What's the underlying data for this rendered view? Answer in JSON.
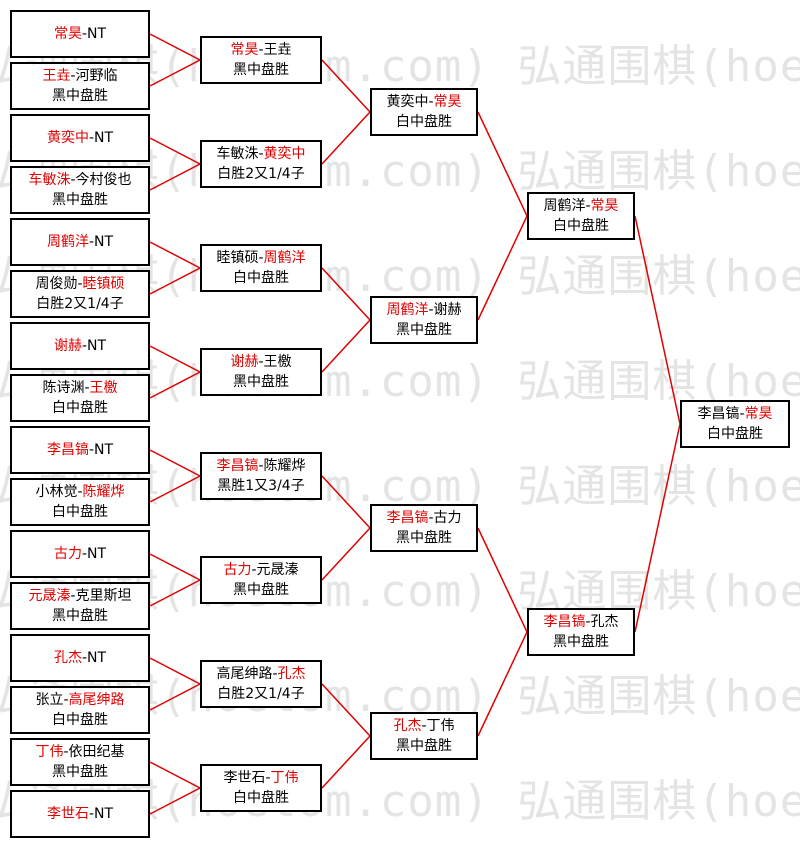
{
  "watermark": {
    "text": "弘通围棋(hoetom.com) 弘通围棋(hoetom.com)"
  },
  "colors": {
    "winner": "#e00000",
    "line": "#e00000",
    "border": "#000000"
  },
  "round1": [
    {
      "p1": "常昊",
      "p2": "NT",
      "winner": 1,
      "result": ""
    },
    {
      "p1": "王垚",
      "p2": "河野临",
      "winner": 1,
      "result": "黑中盘胜"
    },
    {
      "p1": "黄奕中",
      "p2": "NT",
      "winner": 1,
      "result": ""
    },
    {
      "p1": "车敏洙",
      "p2": "今村俊也",
      "winner": 1,
      "result": "黑中盘胜"
    },
    {
      "p1": "周鹤洋",
      "p2": "NT",
      "winner": 1,
      "result": ""
    },
    {
      "p1": "周俊勋",
      "p2": "睦镇硕",
      "winner": 2,
      "result": "白胜2又1/4子"
    },
    {
      "p1": "谢赫",
      "p2": "NT",
      "winner": 1,
      "result": ""
    },
    {
      "p1": "陈诗渊",
      "p2": "王檄",
      "winner": 2,
      "result": "白中盘胜"
    },
    {
      "p1": "李昌镐",
      "p2": "NT",
      "winner": 1,
      "result": ""
    },
    {
      "p1": "小林觉",
      "p2": "陈耀烨",
      "winner": 2,
      "result": "白中盘胜"
    },
    {
      "p1": "古力",
      "p2": "NT",
      "winner": 1,
      "result": ""
    },
    {
      "p1": "元晟溱",
      "p2": "克里斯坦",
      "winner": 1,
      "result": "黑中盘胜"
    },
    {
      "p1": "孔杰",
      "p2": "NT",
      "winner": 1,
      "result": ""
    },
    {
      "p1": "张立",
      "p2": "高尾绅路",
      "winner": 2,
      "result": "白中盘胜"
    },
    {
      "p1": "丁伟",
      "p2": "依田纪基",
      "winner": 1,
      "result": "黑中盘胜"
    },
    {
      "p1": "李世石",
      "p2": "NT",
      "winner": 1,
      "result": ""
    }
  ],
  "round2": [
    {
      "p1": "常昊",
      "p2": "王垚",
      "winner": 1,
      "result": "黑中盘胜"
    },
    {
      "p1": "车敏洙",
      "p2": "黄奕中",
      "winner": 2,
      "result": "白胜2又1/4子"
    },
    {
      "p1": "睦镇硕",
      "p2": "周鹤洋",
      "winner": 2,
      "result": "白中盘胜"
    },
    {
      "p1": "谢赫",
      "p2": "王檄",
      "winner": 1,
      "result": "黑中盘胜"
    },
    {
      "p1": "李昌镐",
      "p2": "陈耀烨",
      "winner": 1,
      "result": "黑胜1又3/4子"
    },
    {
      "p1": "古力",
      "p2": "元晟溱",
      "winner": 1,
      "result": "黑中盘胜"
    },
    {
      "p1": "高尾绅路",
      "p2": "孔杰",
      "winner": 2,
      "result": "白胜2又1/4子"
    },
    {
      "p1": "李世石",
      "p2": "丁伟",
      "winner": 2,
      "result": "白中盘胜"
    }
  ],
  "round3": [
    {
      "p1": "黄奕中",
      "p2": "常昊",
      "winner": 2,
      "result": "白中盘胜"
    },
    {
      "p1": "周鹤洋",
      "p2": "谢赫",
      "winner": 1,
      "result": "黑中盘胜"
    },
    {
      "p1": "李昌镐",
      "p2": "古力",
      "winner": 1,
      "result": "黑中盘胜"
    },
    {
      "p1": "孔杰",
      "p2": "丁伟",
      "winner": 1,
      "result": "黑中盘胜"
    }
  ],
  "round4": [
    {
      "p1": "周鹤洋",
      "p2": "常昊",
      "winner": 2,
      "result": "白中盘胜"
    },
    {
      "p1": "李昌镐",
      "p2": "孔杰",
      "winner": 1,
      "result": "黑中盘胜"
    }
  ],
  "final": [
    {
      "p1": "李昌镐",
      "p2": "常昊",
      "winner": 2,
      "result": "白中盘胜"
    }
  ]
}
